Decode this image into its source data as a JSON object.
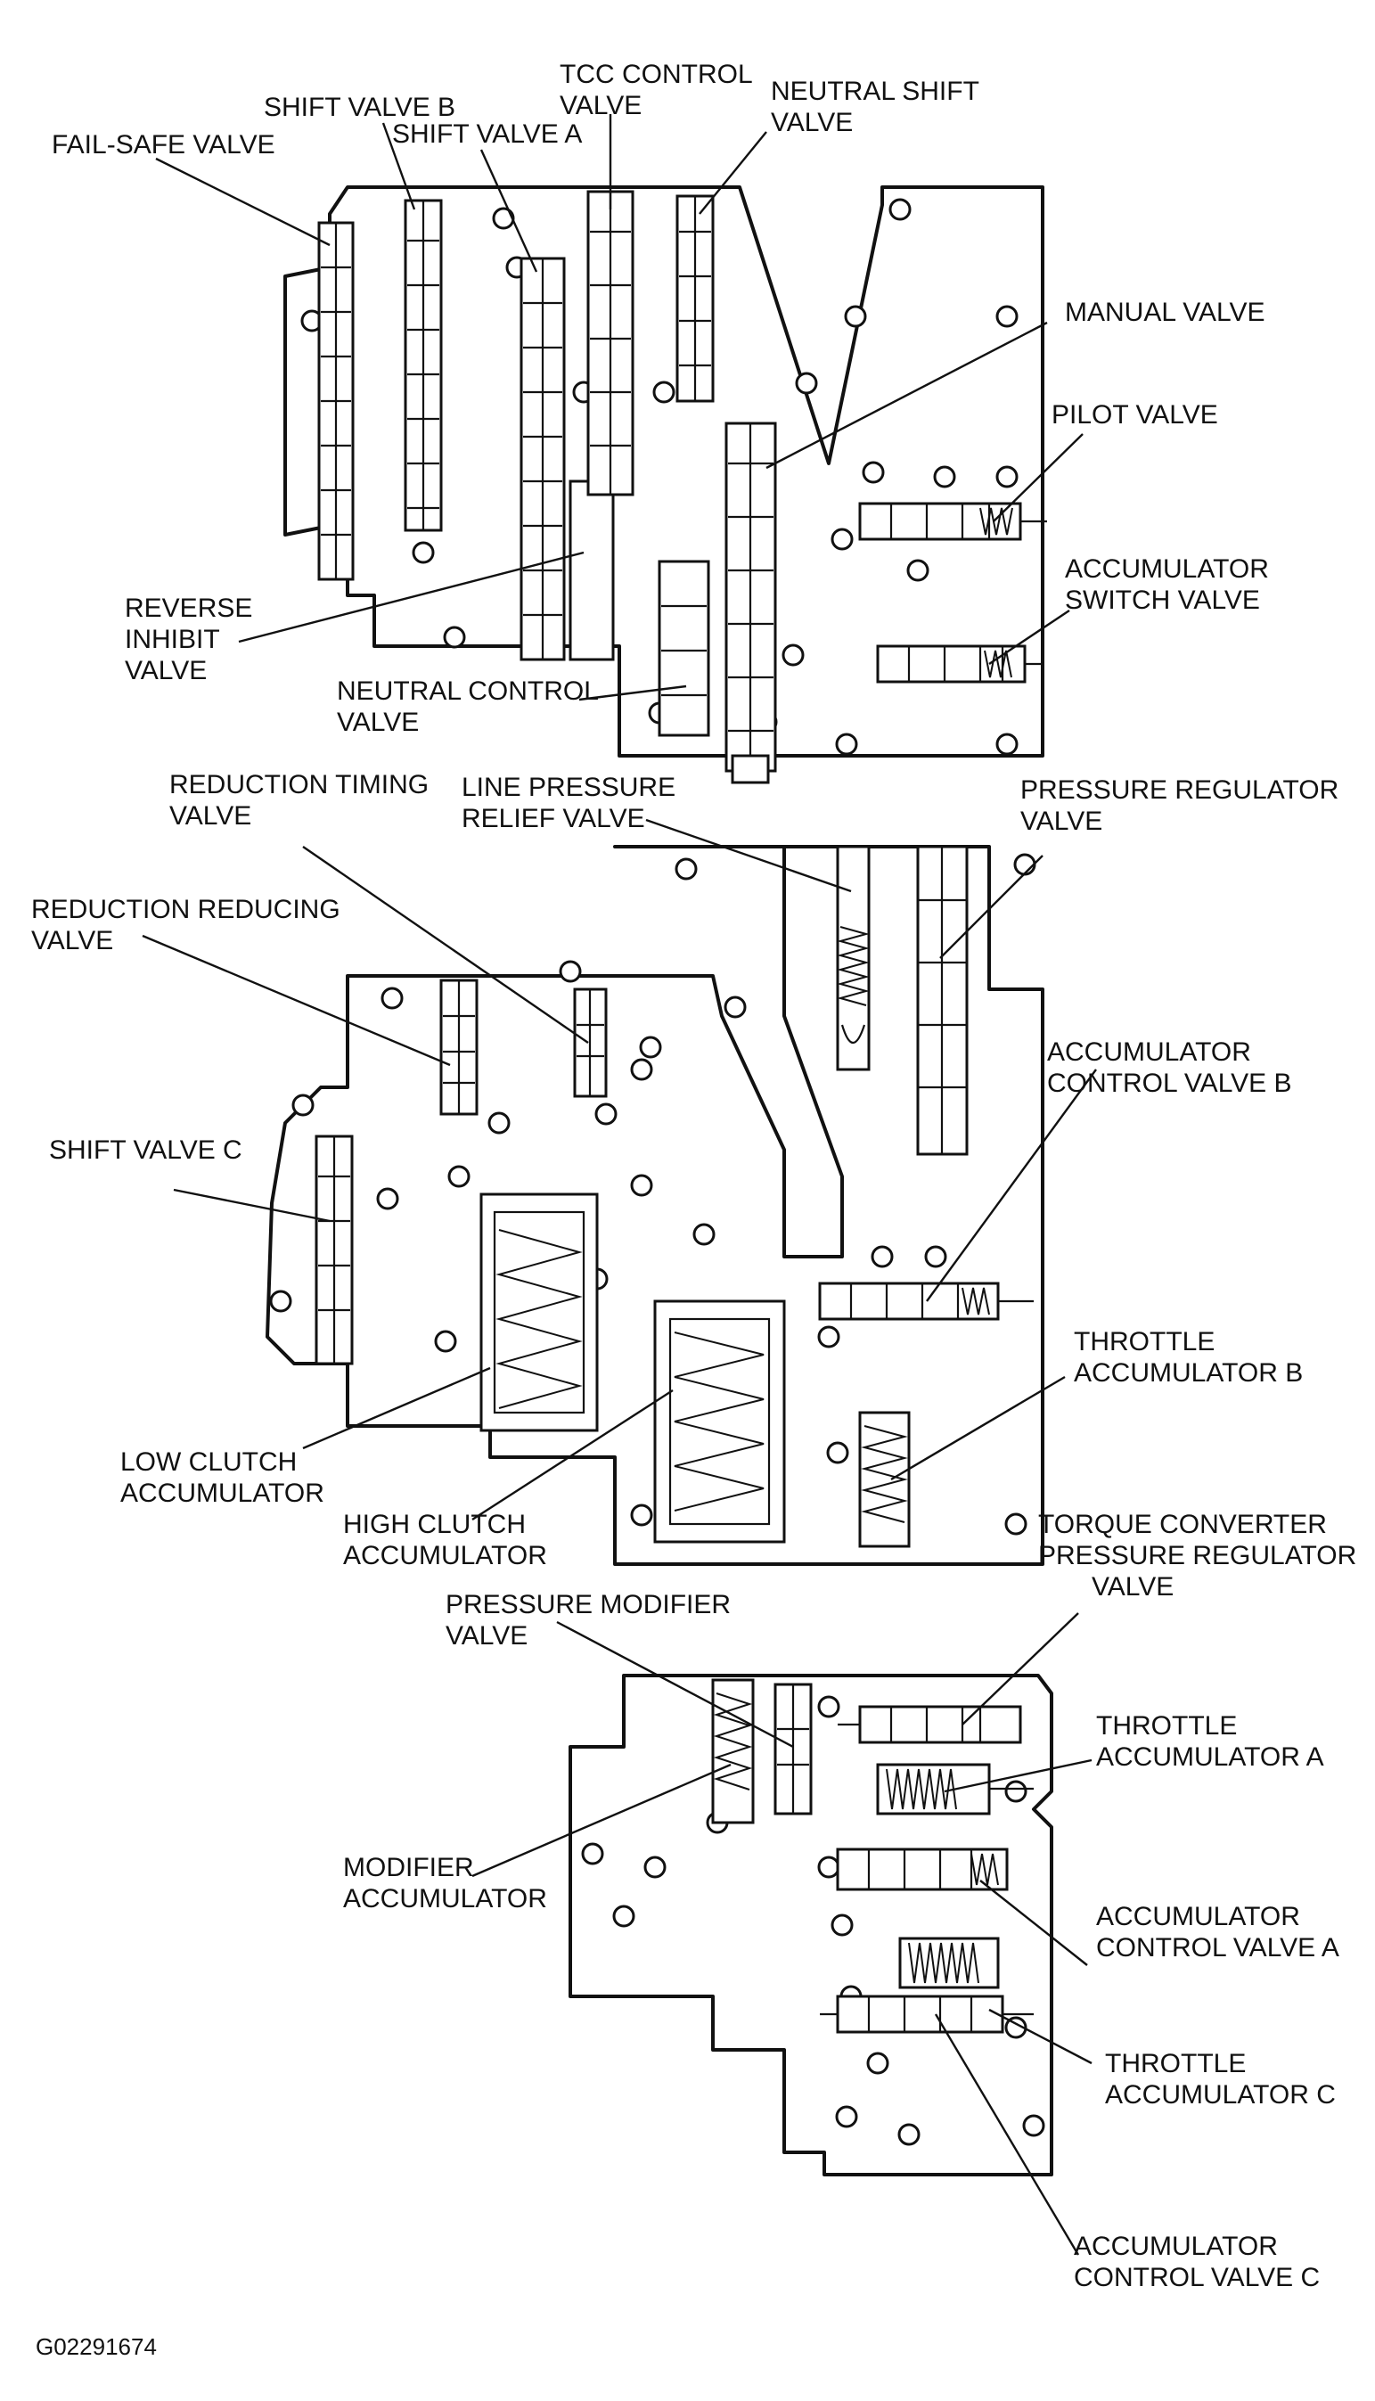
{
  "labels": {
    "fail_safe_valve": "FAIL-SAFE VALVE",
    "shift_valve_b": "SHIFT VALVE B",
    "shift_valve_a": "SHIFT VALVE A",
    "tcc_control_1": "TCC CONTROL",
    "tcc_control_2": "VALVE",
    "neutral_shift_1": "NEUTRAL SHIFT",
    "neutral_shift_2": "VALVE",
    "manual_valve": "MANUAL VALVE",
    "pilot_valve": "PILOT VALVE",
    "accumulator_switch_1": "ACCUMULATOR",
    "accumulator_switch_2": "SWITCH VALVE",
    "reverse_inhibit_1": "REVERSE",
    "reverse_inhibit_2": "INHIBIT",
    "reverse_inhibit_3": "VALVE",
    "neutral_control_1": "NEUTRAL CONTROL",
    "neutral_control_2": "VALVE",
    "reduction_timing_1": "REDUCTION TIMING",
    "reduction_timing_2": "VALVE",
    "line_pressure_relief_1": "LINE PRESSURE",
    "line_pressure_relief_2": "RELIEF VALVE",
    "pressure_regulator_1": "PRESSURE REGULATOR",
    "pressure_regulator_2": "VALVE",
    "reduction_reducing_1": "REDUCTION REDUCING",
    "reduction_reducing_2": "VALVE",
    "accumulator_control_b_1": "ACCUMULATOR",
    "accumulator_control_b_2": "CONTROL VALVE B",
    "shift_valve_c": "SHIFT VALVE C",
    "throttle_accumulator_b_1": "THROTTLE",
    "throttle_accumulator_b_2": "ACCUMULATOR B",
    "low_clutch_1": "LOW CLUTCH",
    "low_clutch_2": "ACCUMULATOR",
    "high_clutch_1": "HIGH CLUTCH",
    "high_clutch_2": "ACCUMULATOR",
    "tc_pressure_regulator_1": "TORQUE CONVERTER",
    "tc_pressure_regulator_2": "PRESSURE REGULATOR",
    "tc_pressure_regulator_3": "VALVE",
    "pressure_modifier_1": "PRESSURE MODIFIER",
    "pressure_modifier_2": "VALVE",
    "throttle_accumulator_a_1": "THROTTLE",
    "throttle_accumulator_a_2": "ACCUMULATOR A",
    "modifier_accumulator_1": "MODIFIER",
    "modifier_accumulator_2": "ACCUMULATOR",
    "accumulator_control_a_1": "ACCUMULATOR",
    "accumulator_control_a_2": "CONTROL VALVE A",
    "throttle_accumulator_c_1": "THROTTLE",
    "throttle_accumulator_c_2": "ACCUMULATOR C",
    "accumulator_control_c_1": "ACCUMULATOR",
    "accumulator_control_c_2": "CONTROL VALVE C"
  },
  "figure_id": "G02291674"
}
